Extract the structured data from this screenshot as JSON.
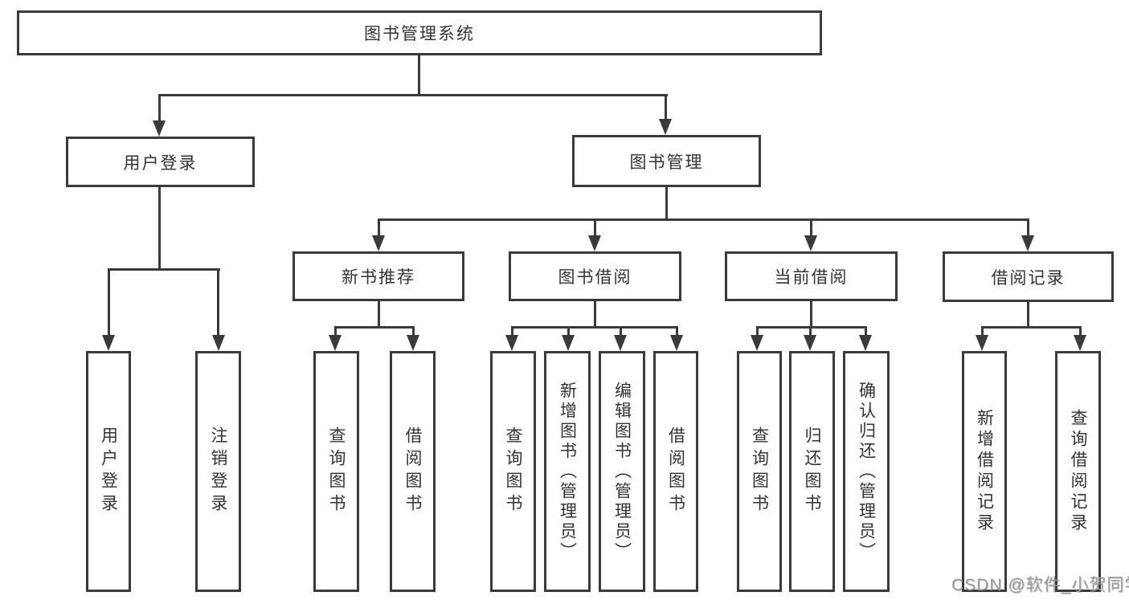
{
  "diagram_title": "图书管理系统",
  "nodes": {
    "root": {
      "label": "图书管理系统"
    },
    "user_login": {
      "label": "用户登录"
    },
    "book_management": {
      "label": "图书管理"
    },
    "new_book_recommend": {
      "label": "新书推荐"
    },
    "book_borrowing": {
      "label": "图书借阅"
    },
    "current_borrowing": {
      "label": "当前借阅"
    },
    "borrowing_records": {
      "label": "借阅记录"
    },
    "leaf_user_login": {
      "label": "用户登录"
    },
    "leaf_logout": {
      "label": "注销登录"
    },
    "leaf_query_books_1": {
      "label": "查询图书"
    },
    "leaf_borrow_books_1": {
      "label": "借阅图书"
    },
    "leaf_query_books_2": {
      "label": "查询图书"
    },
    "leaf_add_books_admin": {
      "label": "新增图书（管理员）"
    },
    "leaf_edit_books_admin": {
      "label": "编辑图书（管理员）"
    },
    "leaf_borrow_books_2": {
      "label": "借阅图书"
    },
    "leaf_query_books_3": {
      "label": "查询图书"
    },
    "leaf_return_books": {
      "label": "归还图书"
    },
    "leaf_confirm_return_admin": {
      "label": "确认归还（管理员）"
    },
    "leaf_add_borrow_record": {
      "label": "新增借阅记录"
    },
    "leaf_query_borrow_record": {
      "label": "查询借阅记录"
    }
  },
  "watermark": {
    "text": "CSDN @软件_小贺同学"
  },
  "colors": {
    "line": "#3a3a3a",
    "text": "#333333",
    "watermark": "#9b9b9b",
    "background": "#ffffff"
  }
}
